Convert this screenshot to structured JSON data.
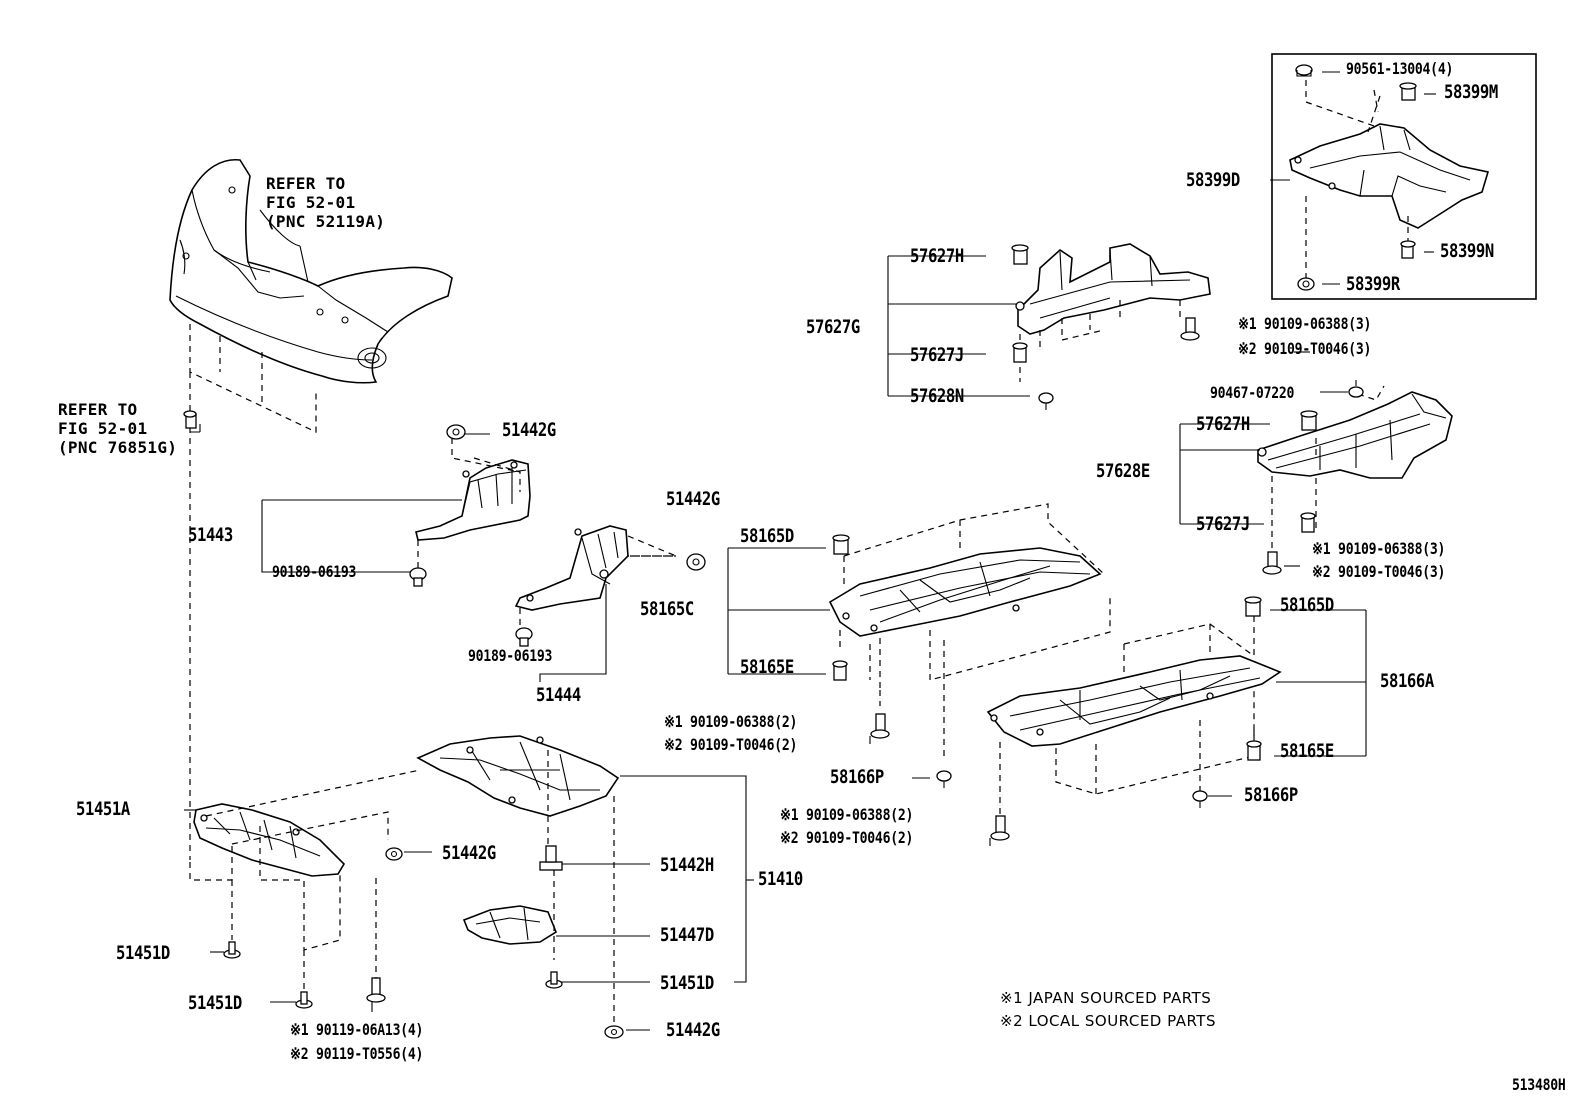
{
  "drawing_id": "513480H",
  "references": {
    "bumper": "REFER TO\nFIG 52-01\n(PNC 52119A)",
    "grille": "REFER TO\nFIG 52-01\n(PNC 76851G)"
  },
  "legend": [
    "※1 JAPAN SOURCED PARTS",
    "※2 LOCAL SOURCED PARTS"
  ],
  "parts": {
    "p_90561": "90561-13004(4)",
    "p_58399M": "58399M",
    "p_58399D": "58399D",
    "p_58399N": "58399N",
    "p_58399R": "58399R",
    "p_57627H_a": "57627H",
    "p_57627G": "57627G",
    "p_57627J_a": "57627J",
    "p_57628N": "57628N",
    "p_cab_a1": "※1 90109-06388(3)",
    "p_cab_a2": "※2 90109-T0046(3)",
    "p_90467": "90467-07220",
    "p_57627H_b": "57627H",
    "p_57628E": "57628E",
    "p_57627J_b": "57627J",
    "p_cab_b1": "※1 90109-06388(3)",
    "p_cab_b2": "※2 90109-T0046(3)",
    "p_51442G_a": "51442G",
    "p_51443": "51443",
    "p_90189_a": "90189-06193",
    "p_51442G_b": "51442G",
    "p_90189_b": "90189-06193",
    "p_51444": "51444",
    "p_58165D_a": "58165D",
    "p_58165C": "58165C",
    "p_58165E_a": "58165E",
    "p_mid_1": "※1 90109-06388(2)",
    "p_mid_2": "※2 90109-T0046(2)",
    "p_58166P_a": "58166P",
    "p_58165D_b": "58165D",
    "p_58166A": "58166A",
    "p_58165E_b": "58165E",
    "p_58166P_b": "58166P",
    "p_rgt_1": "※1 90109-06388(2)",
    "p_rgt_2": "※2 90109-T0046(2)",
    "p_51451A": "51451A",
    "p_51442G_c": "51442G",
    "p_51442H": "51442H",
    "p_51410": "51410",
    "p_51447D": "51447D",
    "p_51451D_a": "51451D",
    "p_51451D_b": "51451D",
    "p_51451D_c": "51451D",
    "p_bot_1": "※1 90119-06A13(4)",
    "p_bot_2": "※2 90119-T0556(4)",
    "p_51442G_d": "51442G"
  }
}
